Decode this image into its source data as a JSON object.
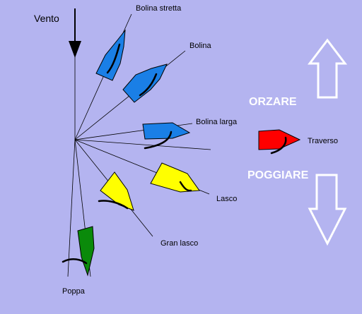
{
  "wind": {
    "label": "Vento"
  },
  "actions": {
    "up": "ORZARE",
    "down": "POGGIARE"
  },
  "points_of_sail": [
    {
      "key": "bolina-stretta",
      "label": "Bolina stretta",
      "color": "#1a7fe6"
    },
    {
      "key": "bolina",
      "label": "Bolina",
      "color": "#1a7fe6"
    },
    {
      "key": "bolina-larga",
      "label": "Bolina larga",
      "color": "#1a7fe6"
    },
    {
      "key": "traverso",
      "label": "Traverso",
      "color": "#ff0000"
    },
    {
      "key": "lasco",
      "label": "Lasco",
      "color": "#ffff00"
    },
    {
      "key": "gran-lasco",
      "label": "Gran lasco",
      "color": "#ffff00"
    },
    {
      "key": "poppa",
      "label": "Poppa",
      "color": "#0a8a0a"
    }
  ],
  "colors": {
    "background": "#b4b4f0",
    "arrow_outline": "#ffffff"
  }
}
